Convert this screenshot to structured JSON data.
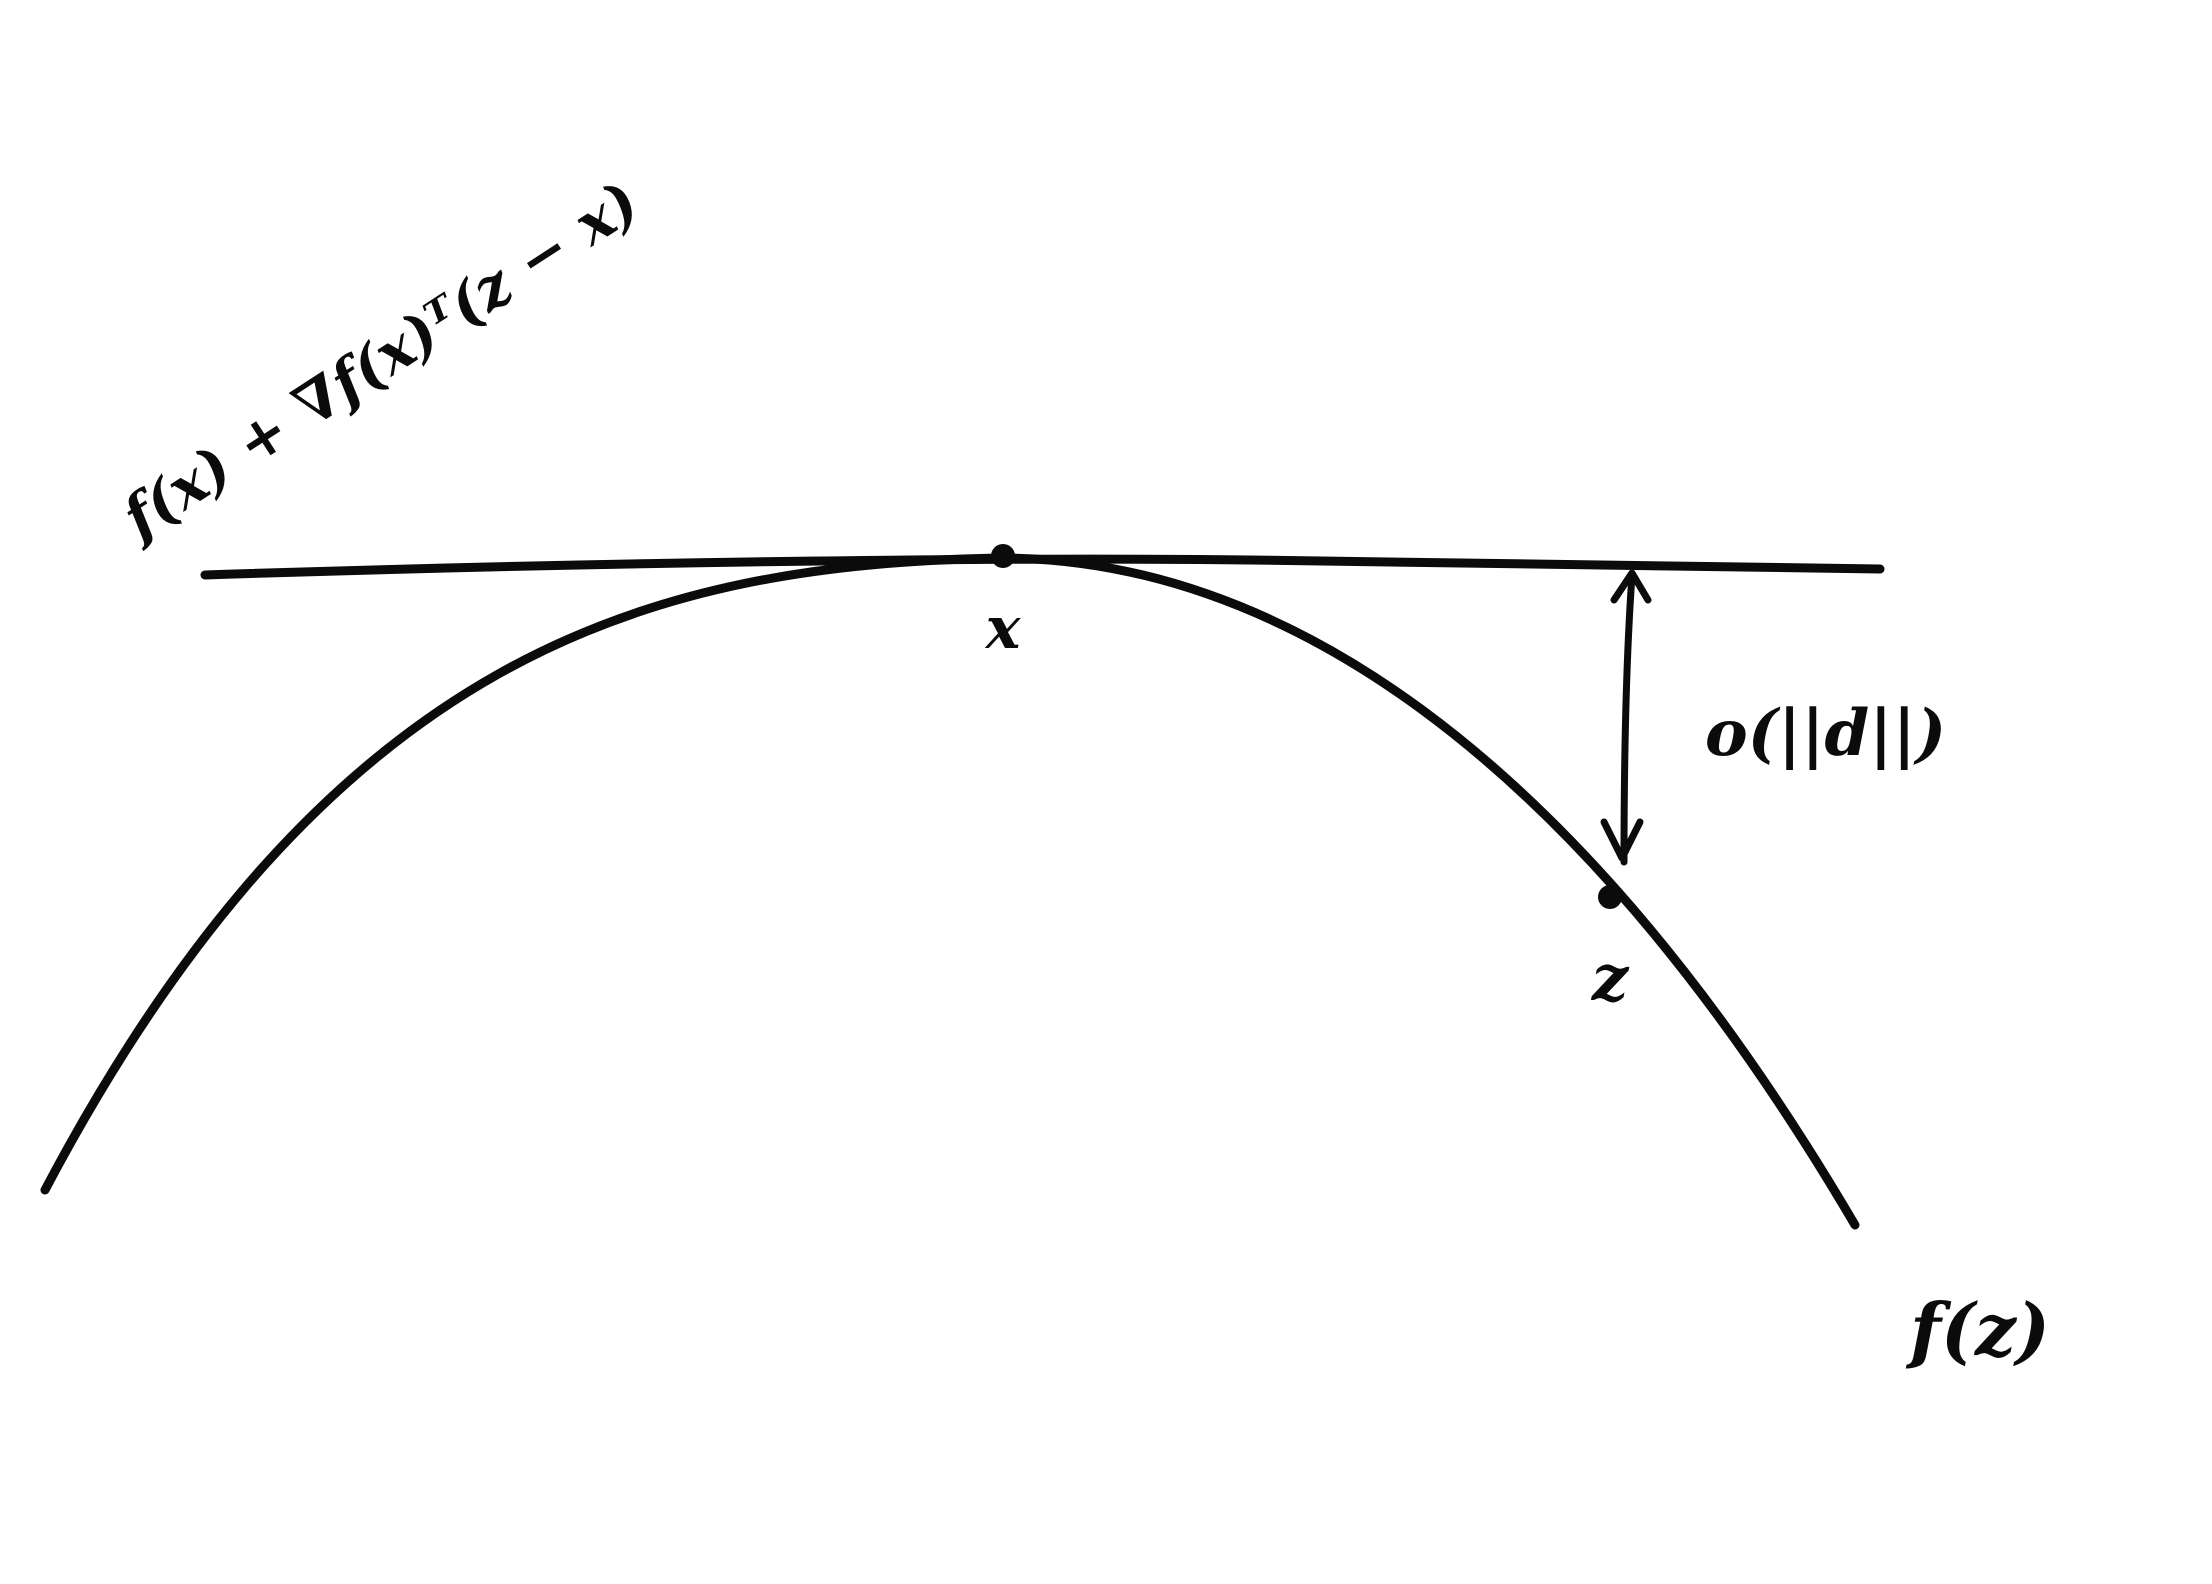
{
  "labels": {
    "tangent": "f(x) + ∇f(x)ᵀ(z − x)",
    "point_x": "x",
    "point_z": "z",
    "gap": "o(||d||)",
    "curve": "f(z)"
  },
  "colors": {
    "ink": "#0b0b0b",
    "background": "#ffffff"
  }
}
